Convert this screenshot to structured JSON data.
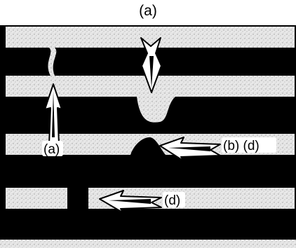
{
  "figure": {
    "title": "(a)",
    "labels": {
      "bottom_left": "(a)",
      "middle_right": "(b) (d)",
      "lower_middle": "(d)"
    }
  },
  "colors": {
    "dark_band": "#000000",
    "light_band": "#e6e6e6",
    "arrow_fill": "#ffffff",
    "arrow_stroke": "#000000"
  },
  "icons": {
    "arrow_down": "down-arrow-icon",
    "arrow_up": "up-arrow-icon",
    "arrow_left": "left-arrow-icon"
  }
}
